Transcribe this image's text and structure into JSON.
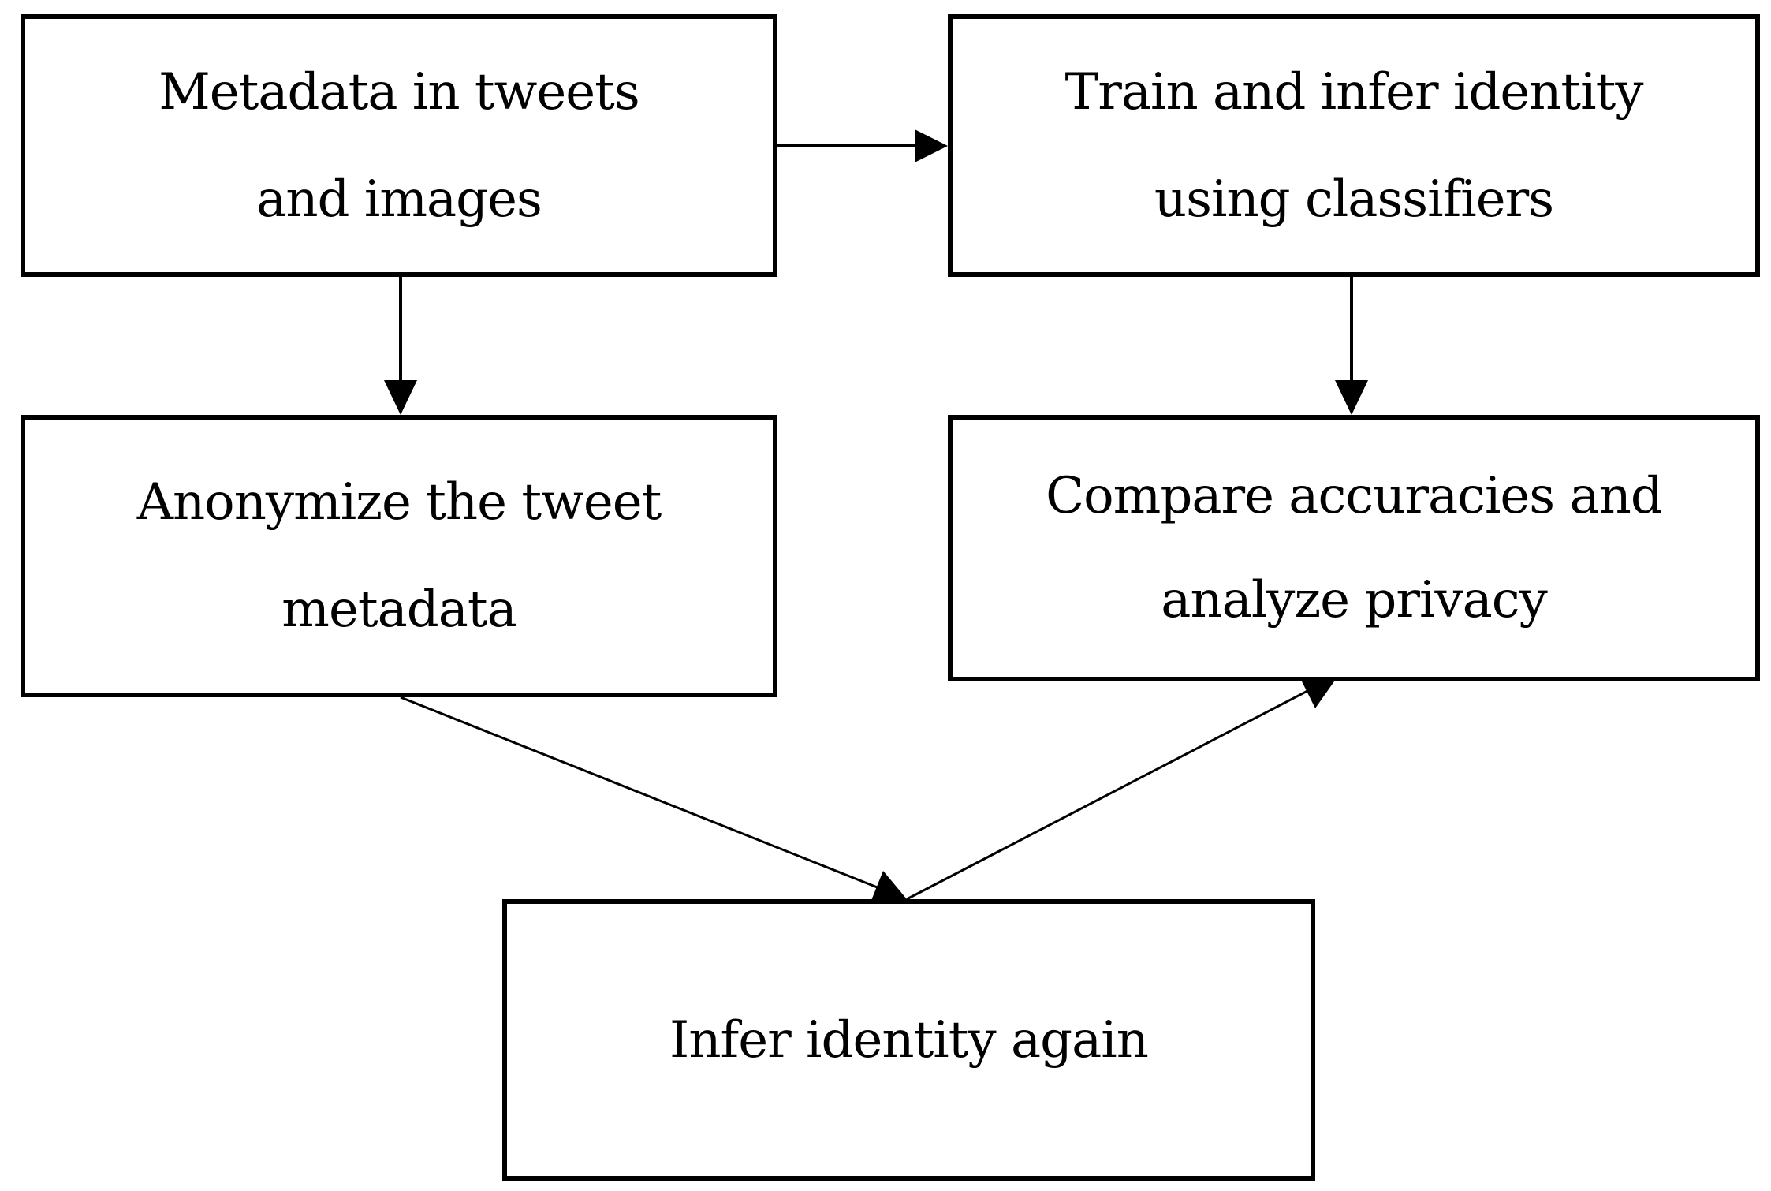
{
  "diagram": {
    "nodes": {
      "metadata": {
        "label": "Metadata in tweets\nand images"
      },
      "train": {
        "label": "Train and infer identity\nusing classifiers"
      },
      "anonymize": {
        "label": "Anonymize the tweet\nmetadata"
      },
      "compare": {
        "label": "Compare accuracies and\nanalyze privacy"
      },
      "infer_again": {
        "label": "Infer identity again"
      }
    },
    "edges": [
      {
        "from": "metadata",
        "to": "train"
      },
      {
        "from": "metadata",
        "to": "anonymize"
      },
      {
        "from": "train",
        "to": "compare"
      },
      {
        "from": "anonymize",
        "to": "infer_again"
      },
      {
        "from": "infer_again",
        "to": "compare"
      }
    ],
    "colors": {
      "stroke": "#000000",
      "background": "#ffffff"
    }
  }
}
